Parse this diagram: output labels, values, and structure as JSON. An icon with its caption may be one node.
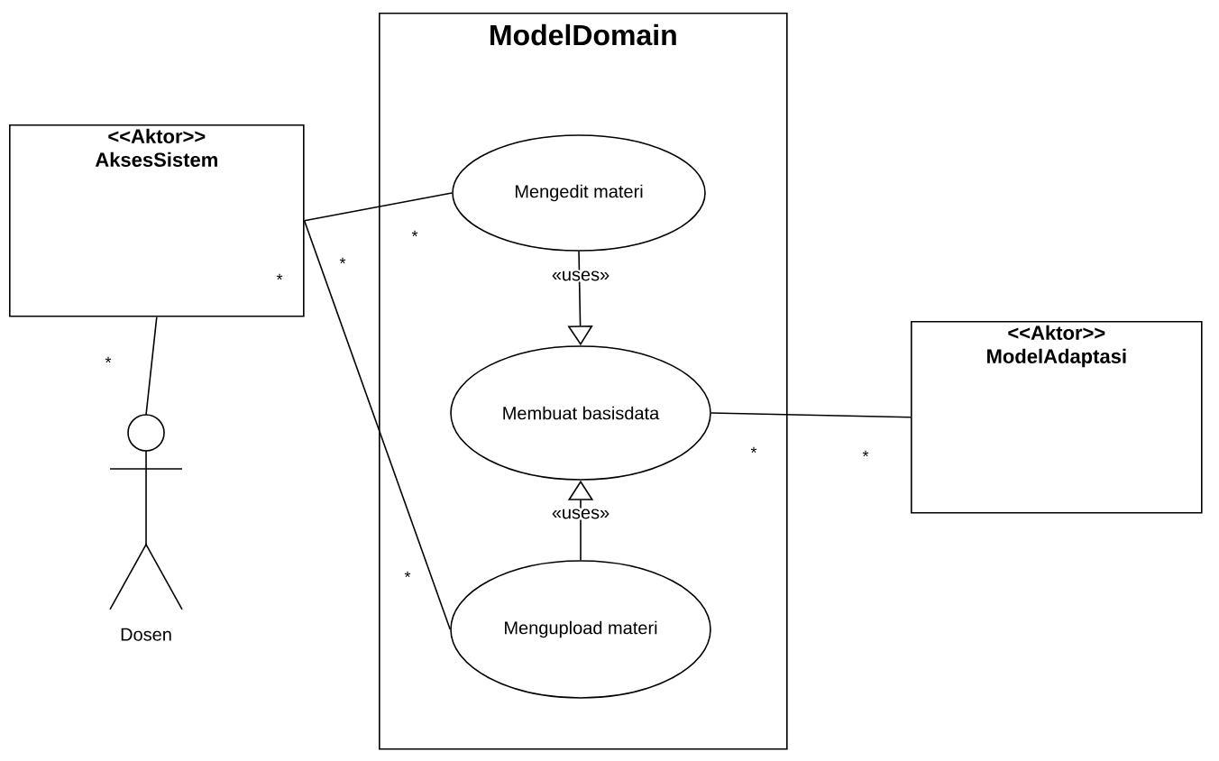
{
  "diagram": {
    "nodes": [
      {
        "text": [
          "ModelDomain"
        ]
      },
      {
        "text": [
          "Mengedit materi"
        ],
        "in": 0
      },
      {
        "text": [
          "Membuat basisdata"
        ],
        "in": 0
      },
      {
        "text": [
          "Mengupload materi"
        ],
        "in": 0
      },
      {
        "text": [
          "<<Aktor>>",
          "AksesSistem"
        ]
      },
      {
        "text": [
          "<<Aktor>>",
          "ModelAdaptasi"
        ]
      },
      {
        "text": [
          "Dosen"
        ]
      }
    ],
    "edges": [
      {
        "from": 4,
        "to": 1,
        "arrow": "none"
      },
      {
        "from": 4,
        "to": 3,
        "arrow": "none"
      },
      {
        "from": 4,
        "to": 6,
        "arrow": "none"
      },
      {
        "from": 1,
        "to": 2,
        "arrow": "to",
        "label": "«uses»"
      },
      {
        "from": 3,
        "to": 2,
        "arrow": "to",
        "label": "«uses»"
      },
      {
        "from": 2,
        "to": 5,
        "arrow": "none"
      }
    ],
    "labels": [
      "*",
      "*",
      "*",
      "*",
      "*",
      "*",
      "*"
    ]
  }
}
